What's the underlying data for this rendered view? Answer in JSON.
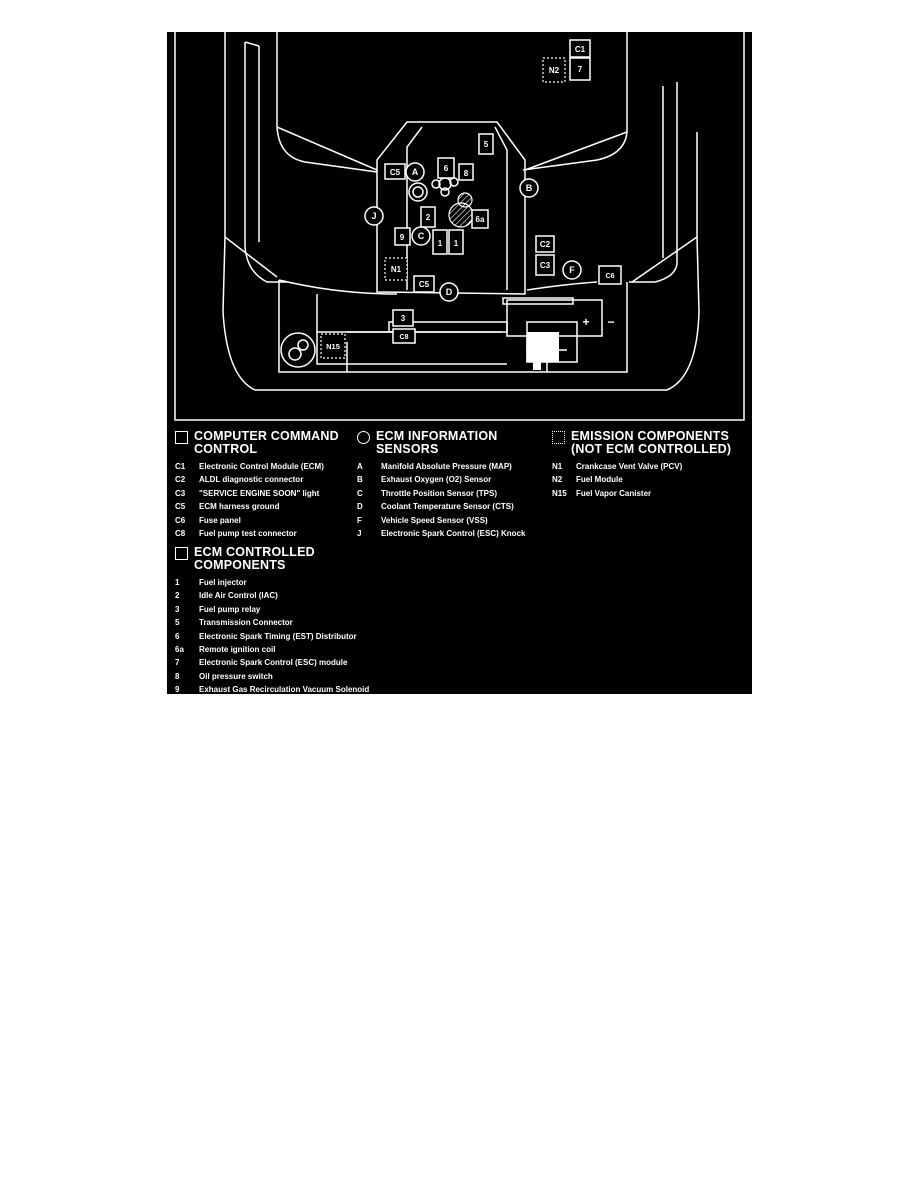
{
  "diagram": {
    "callouts": {
      "c1": "C1",
      "n2": "N2",
      "seven": "7",
      "five": "5",
      "c5_top": "C5",
      "a": "A",
      "six": "6",
      "eight": "8",
      "b": "B",
      "j": "J",
      "two": "2",
      "six_a": "6a",
      "nine": "9",
      "c": "C",
      "one_left": "1",
      "one_right": "1",
      "c2": "C2",
      "c3": "C3",
      "f": "F",
      "c6": "C6",
      "n1": "N1",
      "c5_bottom": "C5",
      "d": "D",
      "three": "3",
      "c8": "C8",
      "n15": "N15",
      "plus": "+",
      "minus": "−"
    }
  },
  "legend": {
    "computer_command": {
      "title_line1": "COMPUTER COMMAND",
      "title_line2": "CONTROL",
      "items": [
        {
          "code": "C1",
          "label": "Electronic Control Module (ECM)"
        },
        {
          "code": "C2",
          "label": "ALDL diagnostic connector"
        },
        {
          "code": "C3",
          "label": "\"SERVICE ENGINE SOON\" light"
        },
        {
          "code": "C5",
          "label": "ECM harness ground"
        },
        {
          "code": "C6",
          "label": "Fuse panel"
        },
        {
          "code": "C8",
          "label": "Fuel pump test connector"
        }
      ]
    },
    "ecm_controlled": {
      "title_line1": "ECM CONTROLLED",
      "title_line2": "COMPONENTS",
      "items": [
        {
          "code": "1",
          "label": "Fuel injector"
        },
        {
          "code": "2",
          "label": "Idle Air Control (IAC)"
        },
        {
          "code": "3",
          "label": "Fuel pump relay"
        },
        {
          "code": "5",
          "label": "Transmission Connector"
        },
        {
          "code": "6",
          "label": "Electronic Spark Timing (EST) Distributor"
        },
        {
          "code": "6a",
          "label": "Remote ignition coil"
        },
        {
          "code": "7",
          "label": "Electronic Spark Control (ESC) module"
        },
        {
          "code": "8",
          "label": "Oil pressure switch"
        },
        {
          "code": "9",
          "label": "Exhaust Gas Recirculation Vacuum Solenoid"
        }
      ]
    },
    "ecm_information": {
      "title_line1": "ECM INFORMATION",
      "title_line2": "SENSORS",
      "items": [
        {
          "code": "A",
          "label": "Manifold Absolute Pressure (MAP)"
        },
        {
          "code": "B",
          "label": "Exhaust Oxygen (O2) Sensor"
        },
        {
          "code": "C",
          "label": "Throttle Position Sensor (TPS)"
        },
        {
          "code": "D",
          "label": "Coolant Temperature Sensor (CTS)"
        },
        {
          "code": "F",
          "label": "Vehicle Speed Sensor (VSS)"
        },
        {
          "code": "J",
          "label": "Electronic Spark Control (ESC) Knock"
        }
      ]
    },
    "emission": {
      "title_line1": "EMISSION COMPONENTS",
      "title_line2": "(NOT ECM CONTROLLED)",
      "items": [
        {
          "code": "N1",
          "label": "Crankcase Vent Valve (PCV)"
        },
        {
          "code": "N2",
          "label": "Fuel Module"
        },
        {
          "code": "N15",
          "label": "Fuel Vapor Canister"
        }
      ]
    }
  }
}
